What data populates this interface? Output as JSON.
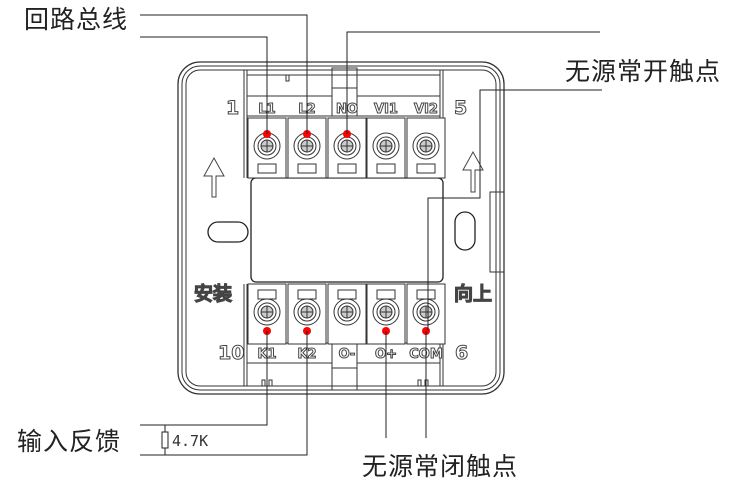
{
  "callouts": {
    "loop_bus": "回路总线",
    "no_contact": "无源常开触点",
    "nc_contact": "无源常闭触点",
    "input_feedback": "输入反馈"
  },
  "resistor": {
    "value": "4.7K"
  },
  "top_terminals": {
    "start_number": "1",
    "end_number": "5",
    "labels": [
      "L1",
      "L2",
      "NO",
      "VI1",
      "VI2"
    ],
    "wired": [
      true,
      true,
      true,
      false,
      false
    ]
  },
  "bottom_terminals": {
    "start_number": "10",
    "end_number": "6",
    "labels": [
      "K1",
      "K2",
      "O-",
      "O+",
      "COM"
    ],
    "wired": [
      true,
      true,
      false,
      true,
      true
    ]
  },
  "markings": {
    "install": "安装",
    "up": "向上"
  },
  "colors": {
    "wire_point": "#ff0000",
    "line": "#222222"
  }
}
